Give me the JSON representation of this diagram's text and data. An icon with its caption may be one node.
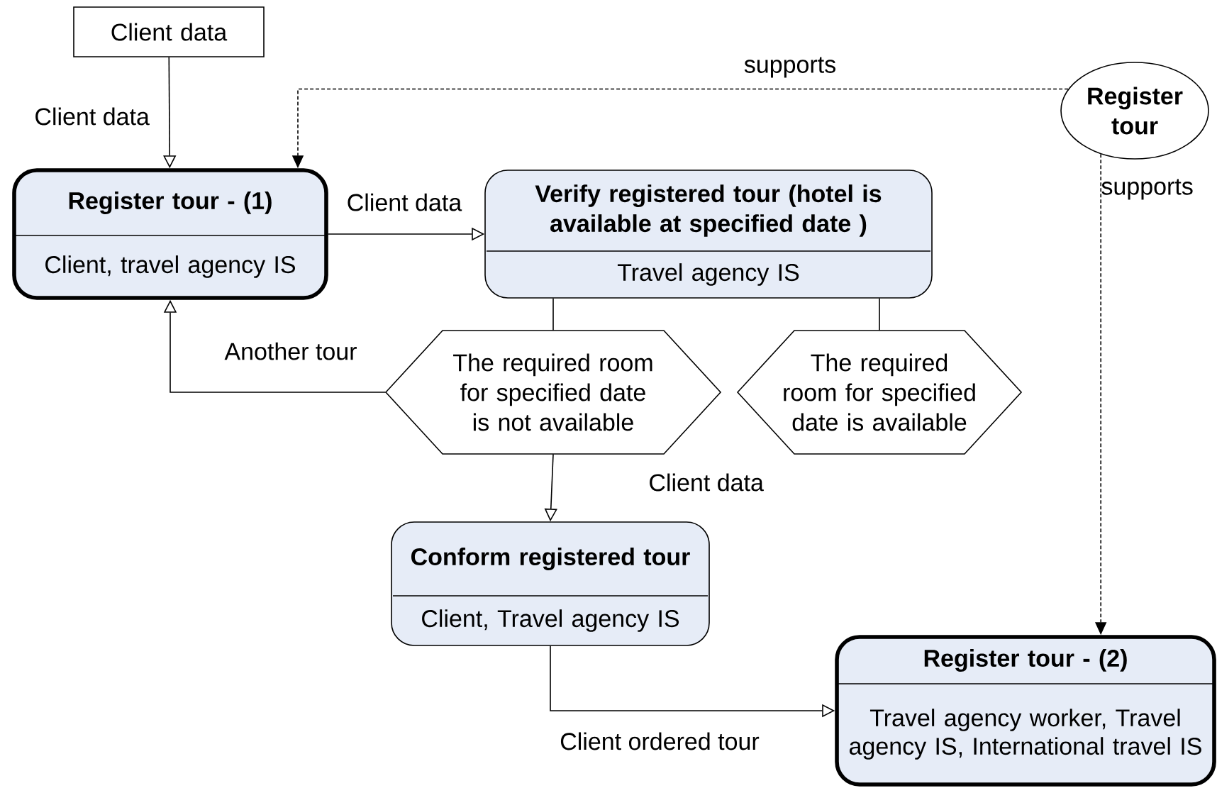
{
  "diagram": {
    "nodes": [
      {
        "text": [
          "Client data"
        ]
      },
      {
        "text": [
          "Register tour - (1)",
          "Client, travel agency IS"
        ]
      },
      {
        "text": [
          "Verify  registered tour (hotel is available at specified date )",
          "Travel agency IS"
        ]
      },
      {
        "text": [
          "The required room for specified date is not available"
        ]
      },
      {
        "text": [
          "The required room for specified date is available"
        ]
      },
      {
        "text": [
          "Conform  registered tour",
          "Client, Travel agency IS"
        ]
      },
      {
        "text": [
          "Register tour  - (2)",
          "Travel agency worker, Travel agency IS, International travel  IS"
        ]
      },
      {
        "text": [
          "Register tour"
        ]
      }
    ],
    "edges": [
      {
        "from": 0,
        "to": 1,
        "arrow": "to",
        "label": "Client data"
      },
      {
        "from": 7,
        "to": 1,
        "arrow": "to",
        "label": "supports",
        "style": "dashed"
      },
      {
        "from": 7,
        "to": 6,
        "arrow": "to",
        "label": "supports",
        "style": "dashed"
      },
      {
        "from": 1,
        "to": 2,
        "arrow": "to",
        "label": "Client data"
      },
      {
        "from": 2,
        "to": 3,
        "arrow": "none"
      },
      {
        "from": 2,
        "to": 4,
        "arrow": "none"
      },
      {
        "from": 3,
        "to": 1,
        "arrow": "to",
        "label": "Another tour"
      },
      {
        "from": 3,
        "to": 5,
        "arrow": "to",
        "label": "Client data"
      },
      {
        "from": 5,
        "to": 6,
        "arrow": "to",
        "label": "Client ordered tour"
      }
    ]
  }
}
